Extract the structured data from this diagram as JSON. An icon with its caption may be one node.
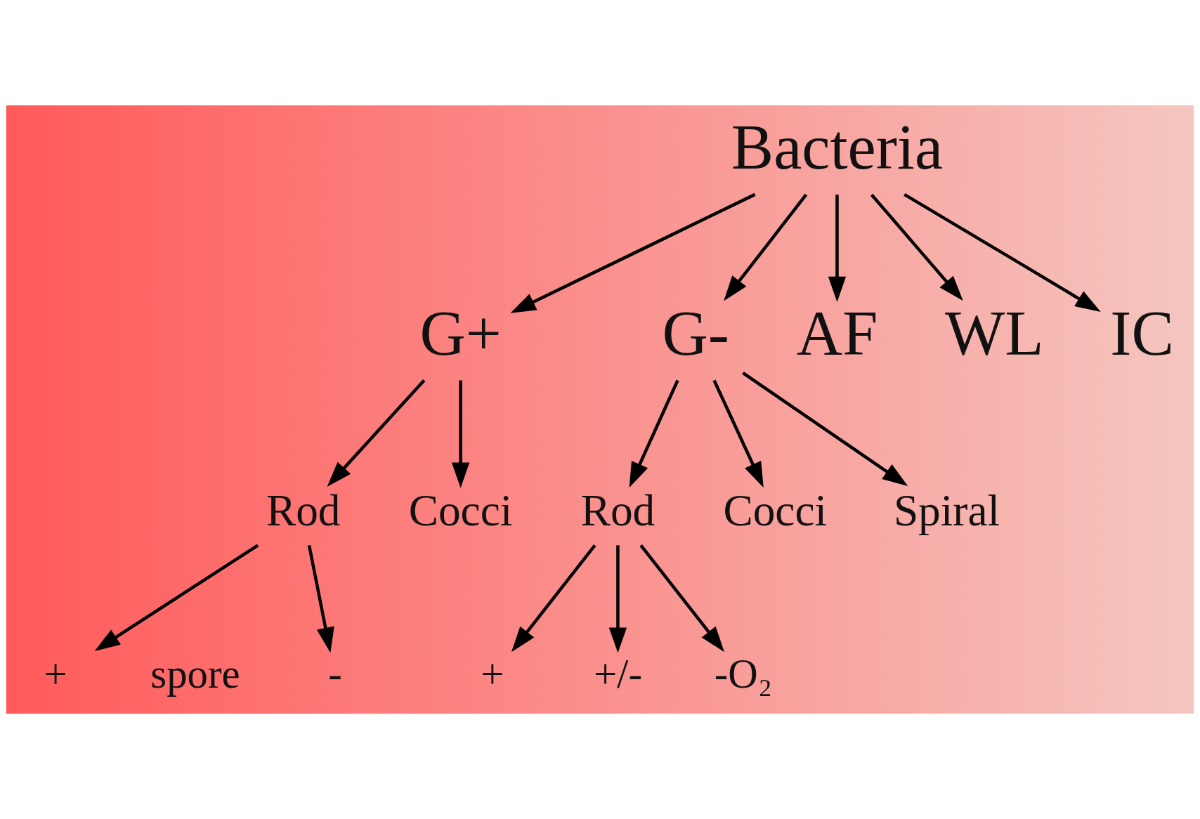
{
  "diagram": {
    "nodes": [
      {
        "text": [
          "Bacteria"
        ]
      },
      {
        "text": [
          "G+"
        ]
      },
      {
        "text": [
          "G-"
        ]
      },
      {
        "text": [
          "AF"
        ]
      },
      {
        "text": [
          "WL"
        ]
      },
      {
        "text": [
          "IC"
        ]
      },
      {
        "text": [
          "Rod"
        ]
      },
      {
        "text": [
          "Cocci"
        ]
      },
      {
        "text": [
          "Rod"
        ]
      },
      {
        "text": [
          "Cocci"
        ]
      },
      {
        "text": [
          "Spiral"
        ]
      },
      {
        "text": [
          "+"
        ]
      },
      {
        "text": [
          "-"
        ]
      },
      {
        "text": [
          "+"
        ]
      },
      {
        "text": [
          "+/-"
        ]
      },
      {
        "text": [
          "-O₂"
        ]
      }
    ],
    "edges": [
      {
        "from": 0,
        "to": 1,
        "arrow": "to"
      },
      {
        "from": 0,
        "to": 2,
        "arrow": "to"
      },
      {
        "from": 0,
        "to": 3,
        "arrow": "to"
      },
      {
        "from": 0,
        "to": 4,
        "arrow": "to"
      },
      {
        "from": 0,
        "to": 5,
        "arrow": "to"
      },
      {
        "from": 1,
        "to": 6,
        "arrow": "to"
      },
      {
        "from": 1,
        "to": 7,
        "arrow": "to"
      },
      {
        "from": 2,
        "to": 8,
        "arrow": "to"
      },
      {
        "from": 2,
        "to": 9,
        "arrow": "to"
      },
      {
        "from": 2,
        "to": 10,
        "arrow": "to"
      },
      {
        "from": 6,
        "to": 11,
        "arrow": "to"
      },
      {
        "from": 6,
        "to": 12,
        "arrow": "to"
      },
      {
        "from": 8,
        "to": 13,
        "arrow": "to"
      },
      {
        "from": 8,
        "to": 14,
        "arrow": "to"
      },
      {
        "from": 8,
        "to": 15,
        "arrow": "to"
      }
    ],
    "labels": [
      "spore"
    ]
  }
}
